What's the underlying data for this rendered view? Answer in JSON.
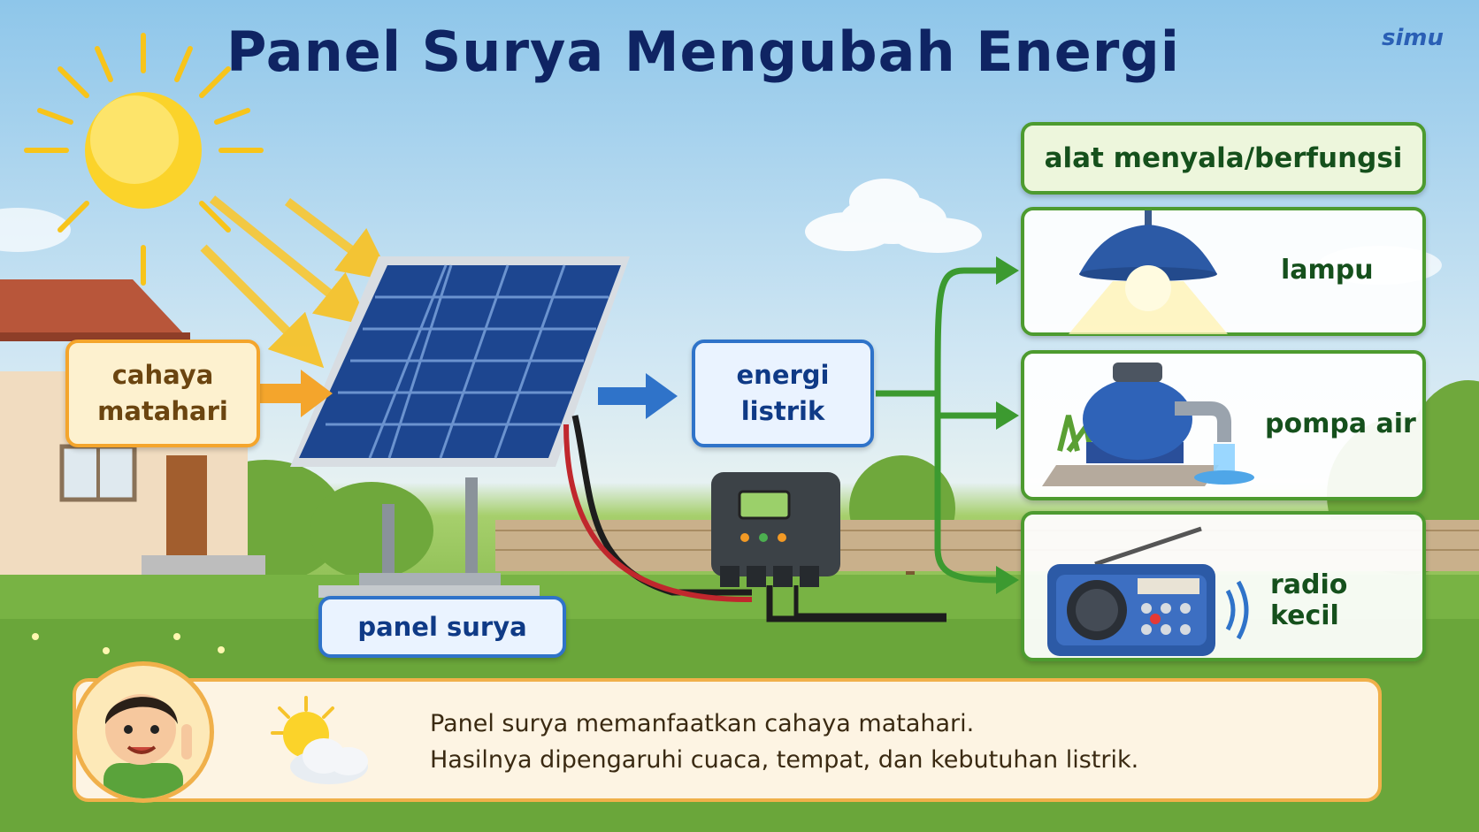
{
  "title": "Panel Surya Mengubah Energi",
  "logo": "simu",
  "labels": {
    "sunlight": "cahaya matahari",
    "solar_panel": "panel surya",
    "electric_energy": "energi listrik",
    "devices_header": "alat menyala/berfungsi"
  },
  "devices": [
    {
      "name": "lampu",
      "icon": "lamp-icon"
    },
    {
      "name": "pompa air",
      "icon": "water-pump-icon"
    },
    {
      "name": "radio kecil",
      "icon": "radio-icon"
    }
  ],
  "caption": {
    "line1": "Panel surya memanfaatkan cahaya matahari.",
    "line2": "Hasilnya dipengaruhi cuaca, tempat, dan kebutuhan listrik."
  },
  "colors": {
    "title": "#0f2463",
    "sun_arrow": "#f4a52c",
    "energy_arrow": "#2f73c9",
    "device_line": "#3c9a30"
  }
}
